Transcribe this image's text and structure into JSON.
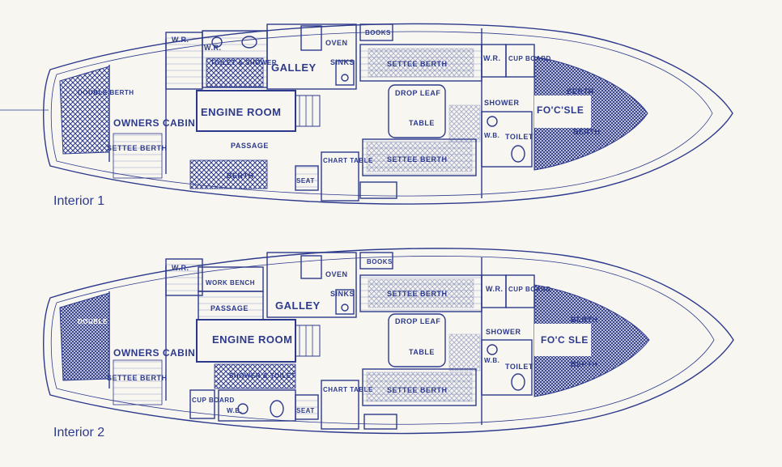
{
  "plans": [
    {
      "caption": "Interior 1",
      "labels": {
        "wr_aft": "W.R.",
        "wr_inner": "W.R.",
        "toilet_shower": "TOILET & SHOWER",
        "galley": "GALLEY",
        "oven": "OVEN",
        "sinks": "SINKS",
        "books": "BOOKS",
        "settee_top": "SETTEE BERTH",
        "wr_fwd": "W.R.",
        "cupboard": "CUP BOARD",
        "double_berth": "DOUBLE BERTH",
        "engine_room": "ENGINE ROOM",
        "owners_cabin": "OWNERS CABIN",
        "settee_aft": "SETTEE BERTH",
        "passage": "PASSAGE",
        "berth_aft": "BERTH",
        "seat": "SEAT",
        "chart_table": "CHART TABLE",
        "drop_leaf": "DROP LEAF",
        "table": "TABLE",
        "settee_bottom": "SETTEE BERTH",
        "shower_fwd": "SHOWER",
        "wb_fwd": "W.B.",
        "toilet_fwd": "TOILET",
        "focsle": "FO'C'SLE",
        "berth_fwd_a": "BERTH",
        "berth_fwd_b": "BERTH"
      }
    },
    {
      "caption": "Interior 2",
      "labels": {
        "wr_aft": "W.R.",
        "work_bench": "WORK BENCH",
        "passage": "PASSAGE",
        "galley": "GALLEY",
        "oven": "OVEN",
        "sinks": "SINKS",
        "books": "BOOKS",
        "settee_top": "SETTEE BERTH",
        "wr_fwd": "W.R.",
        "cupboard_fwd": "CUP BOARD",
        "double_berth": "DOUBLE BERTH",
        "engine_room": "ENGINE ROOM",
        "owners_cabin": "OWNERS CABIN",
        "settee_aft": "SETTEE BERTH",
        "shower_toilet": "SHOWER & TOILET",
        "cupboard_aft": "CUP BOARD",
        "wb_aft": "W.B.",
        "seat": "SEAT",
        "chart_table": "CHART TABLE",
        "drop_leaf": "DROP LEAF",
        "table": "TABLE",
        "settee_bottom": "SETTEE BERTH",
        "shower_fwd": "SHOWER",
        "wb_fwd": "W.B.",
        "toilet_fwd": "TOILET",
        "focsle": "FO'C SLE",
        "berth_fwd_a": "BERTH",
        "berth_fwd_b": "BERTH"
      }
    }
  ],
  "colors": {
    "ink": "#2d3a8c",
    "paper": "#f7f6f1"
  }
}
